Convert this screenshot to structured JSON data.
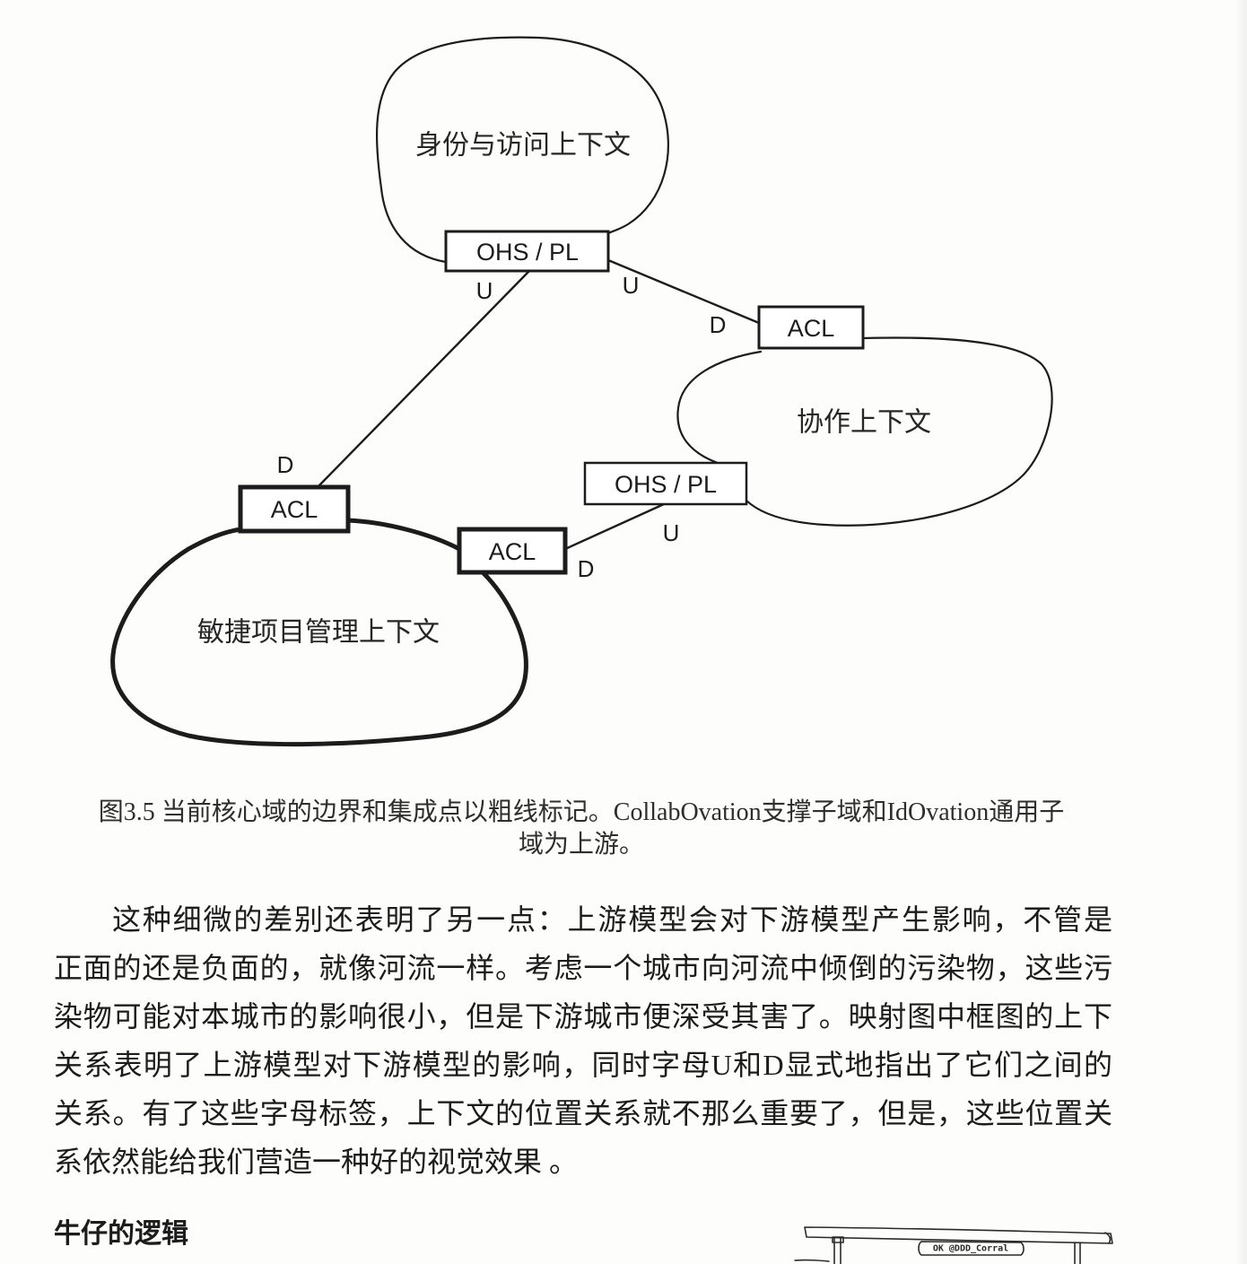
{
  "colors": {
    "ink": "#1c1c1c",
    "paper": "#fdfdfc",
    "caption_ink": "#2e2e2e"
  },
  "diagram": {
    "identity_context": {
      "name": "身份与访问上下文",
      "ohs_box": "OHS / PL"
    },
    "collaboration_context": {
      "name": "协作上下文",
      "acl_box": "ACL",
      "ohs_box": "OHS / PL"
    },
    "agile_context": {
      "name": "敏捷项目管理上下文",
      "acl_box_left": "ACL",
      "acl_box_right": "ACL"
    },
    "relationships": {
      "identity_to_agile": {
        "upstream": "U",
        "downstream": "D"
      },
      "identity_to_collaboration": {
        "upstream": "U",
        "downstream": "D"
      },
      "collaboration_to_agile": {
        "upstream": "U",
        "downstream": "D"
      }
    }
  },
  "caption": {
    "line1": "图3.5 当前核心域的边界和集成点以粗线标记。CollabOvation支撑子域和IdOvation通用子",
    "line2": "域为上游。"
  },
  "body": {
    "lines": [
      "这种细微的差别还表明了另一点：上游模型会对下游模型产生影响，不管是",
      "正面的还是负面的，就像河流一样。考虑一个城市向河流中倾倒的污染物，这些污",
      "染物可能对本城市的影响很小，但是下游城市便深受其害了。映射图中框图的上下",
      "关系表明了上游模型对下游模型的影响，同时字母U和D显式地指出了它们之间的",
      "关系。有了这些字母标签，上下文的位置关系就不那么重要了，但是，这些位置关",
      "系依然能给我们营造一种好的视觉效果 。"
    ]
  },
  "section_heading": "牛仔的逻辑",
  "cartoon": {
    "sign_text": "OK @DDD_Corral"
  }
}
